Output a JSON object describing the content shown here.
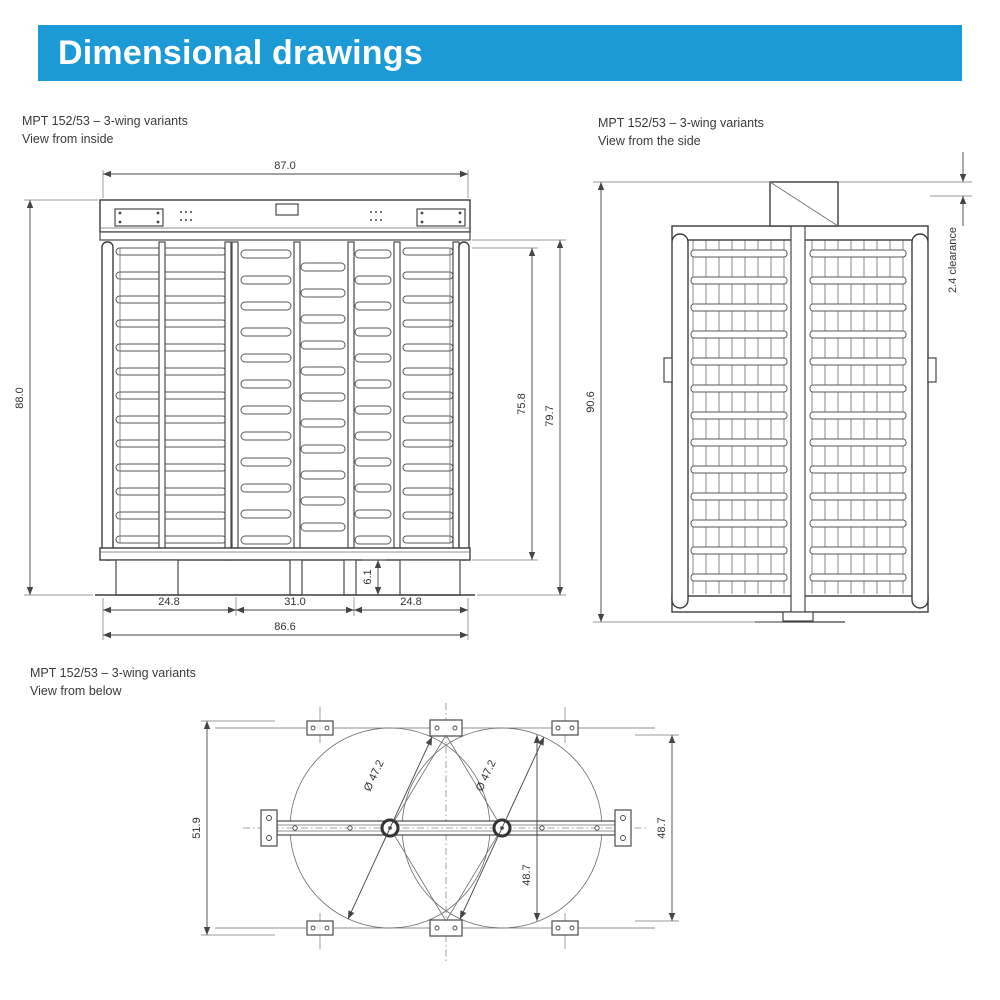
{
  "page": {
    "title": "Dimensional drawings"
  },
  "colors": {
    "accent": "#1b9ad6",
    "line": "#4a4a4a",
    "text": "#3a3a3a"
  },
  "sections": {
    "inside": {
      "model": "MPT 152/53 – 3-wing variants",
      "view": "View from inside"
    },
    "side": {
      "model": "MPT 152/53 – 3-wing variants",
      "view": "View from the side"
    },
    "below": {
      "model": "MPT 152/53 – 3-wing variants",
      "view": "View from below"
    }
  },
  "dims": {
    "inside": {
      "top_width": "87.0",
      "overall_height": "88.0",
      "rotor_height": "75.8",
      "frame_height": "79.7",
      "foot_height": "6.1",
      "left_width": "24.8",
      "center_width": "31.0",
      "right_width": "24.8",
      "total_width": "86.6"
    },
    "side": {
      "overall_height": "90.6",
      "clearance": "2.4 clearance"
    },
    "below": {
      "overall_depth": "51.9",
      "frame_depth": "48.7",
      "inner_depth": "48.7",
      "rotor_diameter_left": "Ø 47.2",
      "rotor_diameter_right": "Ø 47.2"
    }
  }
}
